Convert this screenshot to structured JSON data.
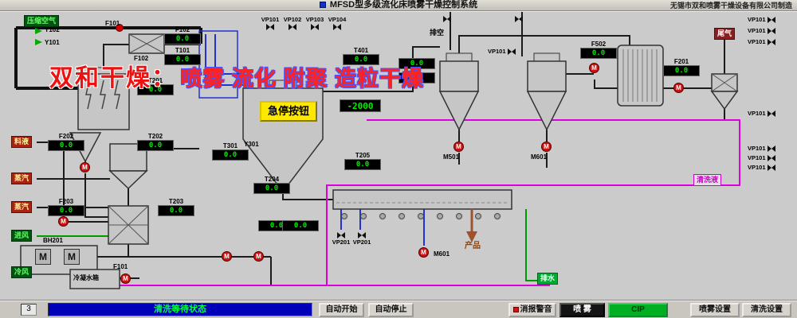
{
  "titlebar": {
    "title": "MFSD型多级流化床喷雾干燥控制系统",
    "manufacturer": "无锡市双和喷雾干燥设备有限公司制造"
  },
  "watermark": {
    "brand": "双和干燥：",
    "slogan": "喷雾 流化 附聚 造粒干燥"
  },
  "estop": "急停按钮",
  "symbols": {
    "motor": "M"
  },
  "tags": {
    "vp101": "VP101",
    "vp102": "VP102",
    "vp103": "VP103",
    "vp104": "VP104",
    "vp201": "VP201",
    "y101": "Y101",
    "y102": "Y102",
    "y301": "Y301",
    "f101": "F101",
    "f102": "F102",
    "m501": "M501",
    "m601": "M601",
    "bh201": "BH201",
    "condensate_tank": "冷凝水箱"
  },
  "chips": {
    "compressed_air": "压缩空气",
    "feed": "料液",
    "steam": "蒸汽",
    "inlet_air": "进风",
    "cold_air": "冷风",
    "vent": "排空",
    "tail_gas": "尾气",
    "product": "产品",
    "drain": "排水",
    "cip_return": "清洗液"
  },
  "gauges": [
    {
      "tag": "F102",
      "value": "0.0"
    },
    {
      "tag": "T101",
      "value": "0.0"
    },
    {
      "tag": "T401",
      "value": "0.0"
    },
    {
      "tag": "",
      "value": "-2000"
    },
    {
      "tag": "T201",
      "value": "0.0"
    },
    {
      "tag": "F202",
      "value": "0.0"
    },
    {
      "tag": "T202",
      "value": "0.0"
    },
    {
      "tag": "T301",
      "value": "0.0"
    },
    {
      "tag": "F203",
      "value": "0.0"
    },
    {
      "tag": "T203",
      "value": "0.0"
    },
    {
      "tag": "T204",
      "value": "0.0"
    },
    {
      "tag": "T205",
      "value": "0.0"
    },
    {
      "tag": "",
      "value": "0.0"
    },
    {
      "tag": "",
      "value": "0.0"
    },
    {
      "tag": "F502",
      "value": "0.0"
    },
    {
      "tag": "F201",
      "value": "0.0"
    },
    {
      "tag": "",
      "value": "0.0"
    },
    {
      "tag": "",
      "value": "0.0"
    }
  ],
  "controls": {
    "counter": "3",
    "status": "清洗等待状态",
    "auto_start": "自动开始",
    "auto_stop": "自动停止",
    "mute_alarm": "消报警音",
    "spray": "喷 雾",
    "cip": "CIP",
    "spray_settings": "喷雾设置",
    "clean_settings": "清洗设置"
  }
}
